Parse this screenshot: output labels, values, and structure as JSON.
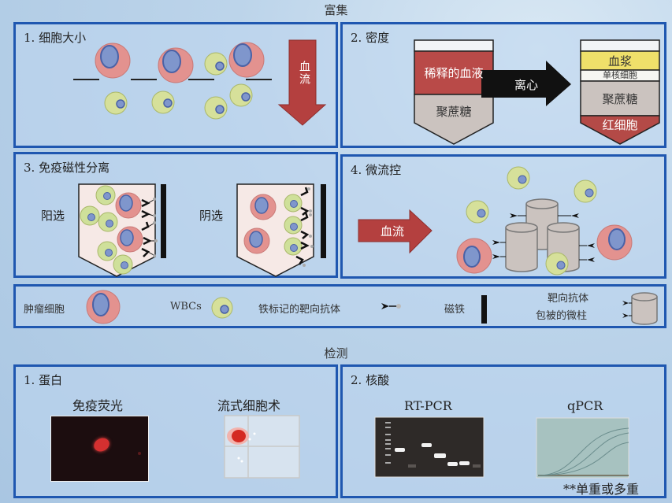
{
  "titles": {
    "enrichment": "富集",
    "detection": "检测"
  },
  "enrichment": {
    "panel1": {
      "label": "1. 细胞大小",
      "flow_label": "血流"
    },
    "panel2": {
      "label": "2. 密度",
      "tube_before": {
        "layers": [
          "稀释的血液",
          "聚蔗糖"
        ]
      },
      "arrow_label": "离心",
      "tube_after": {
        "layers": [
          "血浆",
          "单核细胞",
          "聚蔗糖",
          "红细胞"
        ]
      }
    },
    "panel3": {
      "label": "3. 免疫磁性分离",
      "positive_label": "阳选",
      "negative_label": "阴选"
    },
    "panel4": {
      "label": "4. 微流控",
      "flow_label": "血流"
    }
  },
  "legend": {
    "tumor_cell": "肿瘤细胞",
    "wbc": "WBCs",
    "antibody": "铁标记的靶向抗体",
    "magnet": "磁铁",
    "micropillar_line1": "靶向抗体",
    "micropillar_line2": "包被的微柱"
  },
  "detection": {
    "panel1": {
      "label": "1. 蛋白",
      "if_label": "免疫荧光",
      "flow_label": "流式细胞术"
    },
    "panel2": {
      "label": "2. 核酸",
      "rtpcr_label": "RT-PCR",
      "qpcr_label": "qPCR",
      "note": "**单重或多重"
    }
  },
  "colors": {
    "panel_border": "#1f57b0",
    "tumor_cell": "#e3928f",
    "tumor_nucleus": "#7f96cc",
    "wbc": "#d6e09a",
    "wbc_nucleus": "#7f96cc",
    "flow_arrow": "#b4403f",
    "diluted_blood": "#b94a48",
    "ficoll": "#cbc3bf",
    "plasma": "#efe06a",
    "rbc_layer": "#b44a47"
  }
}
